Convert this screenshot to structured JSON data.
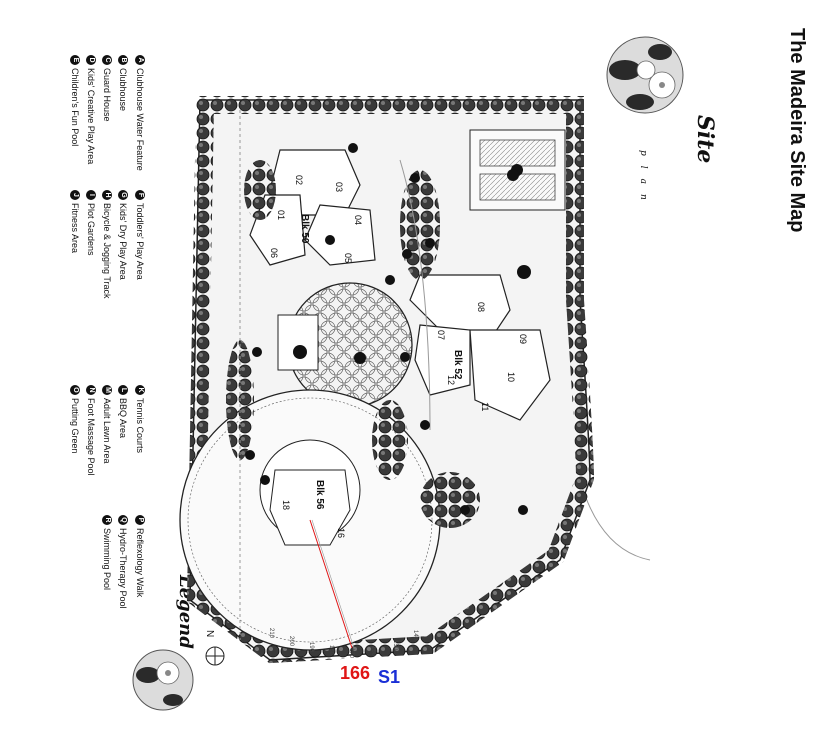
{
  "title": "The Madeira Site Map",
  "site_heading": {
    "word": "Site",
    "sub": "plan"
  },
  "legend_heading": "Legend",
  "north_label": "N",
  "marker": {
    "number": "166",
    "label": "S1",
    "number_color": "#e01616",
    "label_color": "#1a2fd6"
  },
  "blocks": [
    "Blk 50",
    "Blk 52",
    "Blk 56"
  ],
  "legend": {
    "col1": [
      {
        "key": "A",
        "label": "Clubhouse Water Feature"
      },
      {
        "key": "B",
        "label": "Clubhouse"
      },
      {
        "key": "C",
        "label": "Guard House"
      },
      {
        "key": "D",
        "label": "Kids' Creative Play Area"
      },
      {
        "key": "E",
        "label": "Children's Fun Pool"
      }
    ],
    "col2": [
      {
        "key": "F",
        "label": "Toddlers' Play Area"
      },
      {
        "key": "G",
        "label": "Kids' Dry Play Area"
      },
      {
        "key": "H",
        "label": "Bicycle & Jogging Track"
      },
      {
        "key": "I",
        "label": "Plot Gardens"
      },
      {
        "key": "J",
        "label": "Fitness Area"
      }
    ],
    "col3": [
      {
        "key": "K",
        "label": "Tennis Courts"
      },
      {
        "key": "L",
        "label": "BBQ Area"
      },
      {
        "key": "M",
        "label": "Adult Lawn Area"
      },
      {
        "key": "N",
        "label": "Foot Massage Pool"
      },
      {
        "key": "O",
        "label": "Putting Green"
      }
    ],
    "col4": [
      {
        "key": "P",
        "label": "Reflexology Walk"
      },
      {
        "key": "Q",
        "label": "Hydro-Therapy Pool"
      },
      {
        "key": "R",
        "label": "Swimming Pool"
      }
    ]
  },
  "colors": {
    "ink": "#111111",
    "tree": "#3a3a3a",
    "paper": "#ffffff"
  }
}
